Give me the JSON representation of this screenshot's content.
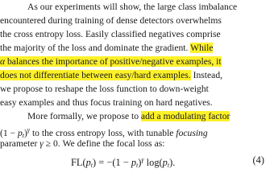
{
  "paragraph1": {
    "line1": "As our experiments will show, the large class imbalance",
    "line2": "encountered during training of dense detectors overwhelms",
    "line3": "the cross entropy loss. Easily classified negatives comprise",
    "line4_plain": "the majority of the loss and dominate the gradient.",
    "line4_highlight": "While",
    "line5_alpha": "α",
    "line5_highlight": " balances the importance of positive/negative examples, it",
    "line6_highlight": "does not differentiate between easy/hard examples.",
    "line6_plain": " Instead,",
    "line7": "we propose to reshape the loss function to down-weight",
    "line8": "easy examples and thus focus training on hard negatives."
  },
  "paragraph2": {
    "line1_plain": "More formally, we propose to ",
    "line1_highlight": "add a modulating factor",
    "line2_open": "(1 − ",
    "line2_p": "p",
    "line2_t": "t",
    "line2_close": ")",
    "line2_gamma": "γ",
    "line2_rest": " to the cross entropy loss, with tunable ",
    "line2_italic": "focusing",
    "line3_a": "parameter ",
    "line3_gamma": "γ",
    "line3_b": " ≥ 0. We define the focal loss as:"
  },
  "equation": {
    "lhs_fl": "FL(",
    "p": "p",
    "t": "t",
    "eq": ") = −(1 − ",
    "mid_close": ")",
    "gamma": "γ",
    "log_open": " log(",
    "end": ").",
    "number": "(4)"
  }
}
